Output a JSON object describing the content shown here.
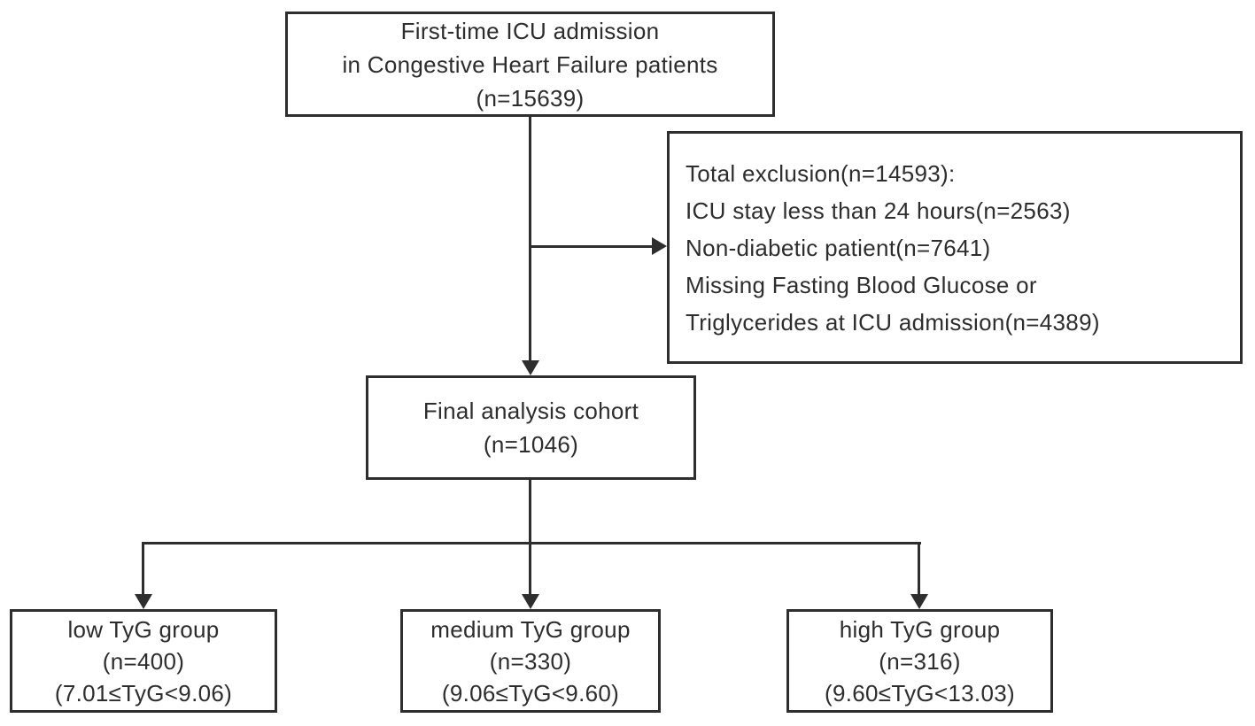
{
  "colors": {
    "background": "#ffffff",
    "line": "#2e2e2e",
    "text": "#2d2d2d"
  },
  "nodes": {
    "icu_admission": {
      "lines": [
        "First-time ICU admission",
        "in Congestive Heart Failure patients",
        "(n=15639)"
      ]
    },
    "exclusion": {
      "lines": [
        "Total exclusion(n=14593):",
        "ICU stay less than 24 hours(n=2563)",
        "Non-diabetic patient(n=7641)",
        "Missing Fasting Blood Glucose or",
        "Triglycerides at ICU admission(n=4389)"
      ]
    },
    "final_cohort": {
      "lines": [
        "Final analysis cohort",
        "(n=1046)"
      ]
    },
    "low_tyg": {
      "lines": [
        "low TyG group",
        "(n=400)",
        "(7.01≤TyG<9.06)"
      ]
    },
    "medium_tyg": {
      "lines": [
        "medium TyG group",
        "(n=330)",
        "(9.06≤TyG<9.60)"
      ]
    },
    "high_tyg": {
      "lines": [
        "high TyG group",
        "(n=316)",
        "(9.60≤TyG<13.03)"
      ]
    }
  }
}
